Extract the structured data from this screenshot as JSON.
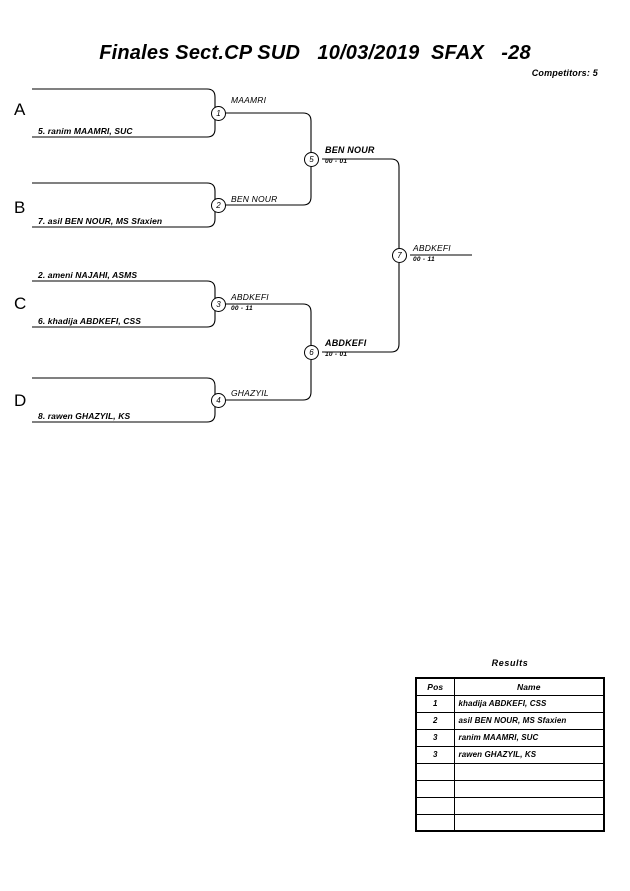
{
  "header": {
    "title": "Finales Sect.CP SUD   10/03/2019  SFAX   -28",
    "competitors": "Competitors: 5"
  },
  "groups": [
    {
      "letter": "A",
      "entrant_top": "",
      "entrant_bottom": "5. ranim MAAMRI, SUC"
    },
    {
      "letter": "B",
      "entrant_top": "",
      "entrant_bottom": "7. asil BEN NOUR, MS Sfaxien"
    },
    {
      "letter": "C",
      "entrant_top": "2. ameni NAJAHI, ASMS",
      "entrant_bottom": "6. khadija ABDKEFI, CSS"
    },
    {
      "letter": "D",
      "entrant_top": "",
      "entrant_bottom": "8. rawen GHAZYIL, KS"
    }
  ],
  "matches": [
    {
      "number": "1",
      "winner": "MAAMRI",
      "score": ""
    },
    {
      "number": "2",
      "winner": "BEN NOUR",
      "score": ""
    },
    {
      "number": "3",
      "winner": "ABDKEFI",
      "score": "00 - 11"
    },
    {
      "number": "4",
      "winner": "GHAZYIL",
      "score": ""
    },
    {
      "number": "5",
      "winner": "BEN NOUR",
      "score": "00 - 01"
    },
    {
      "number": "6",
      "winner": "ABDKEFI",
      "score": "10 - 01"
    },
    {
      "number": "7",
      "winner": "ABDKEFI",
      "score": "00 - 11"
    }
  ],
  "results": {
    "title": "Results",
    "columns": [
      "Pos",
      "Name"
    ],
    "rows": [
      {
        "pos": "1",
        "name": "khadija ABDKEFI, CSS"
      },
      {
        "pos": "2",
        "name": "asil BEN NOUR, MS Sfaxien"
      },
      {
        "pos": "3",
        "name": "ranim MAAMRI, SUC"
      },
      {
        "pos": "3",
        "name": "rawen GHAZYIL, KS"
      },
      {
        "pos": "",
        "name": ""
      },
      {
        "pos": "",
        "name": ""
      },
      {
        "pos": "",
        "name": ""
      },
      {
        "pos": "",
        "name": ""
      }
    ]
  },
  "colors": {
    "ink": "#000000",
    "paper": "#ffffff"
  }
}
